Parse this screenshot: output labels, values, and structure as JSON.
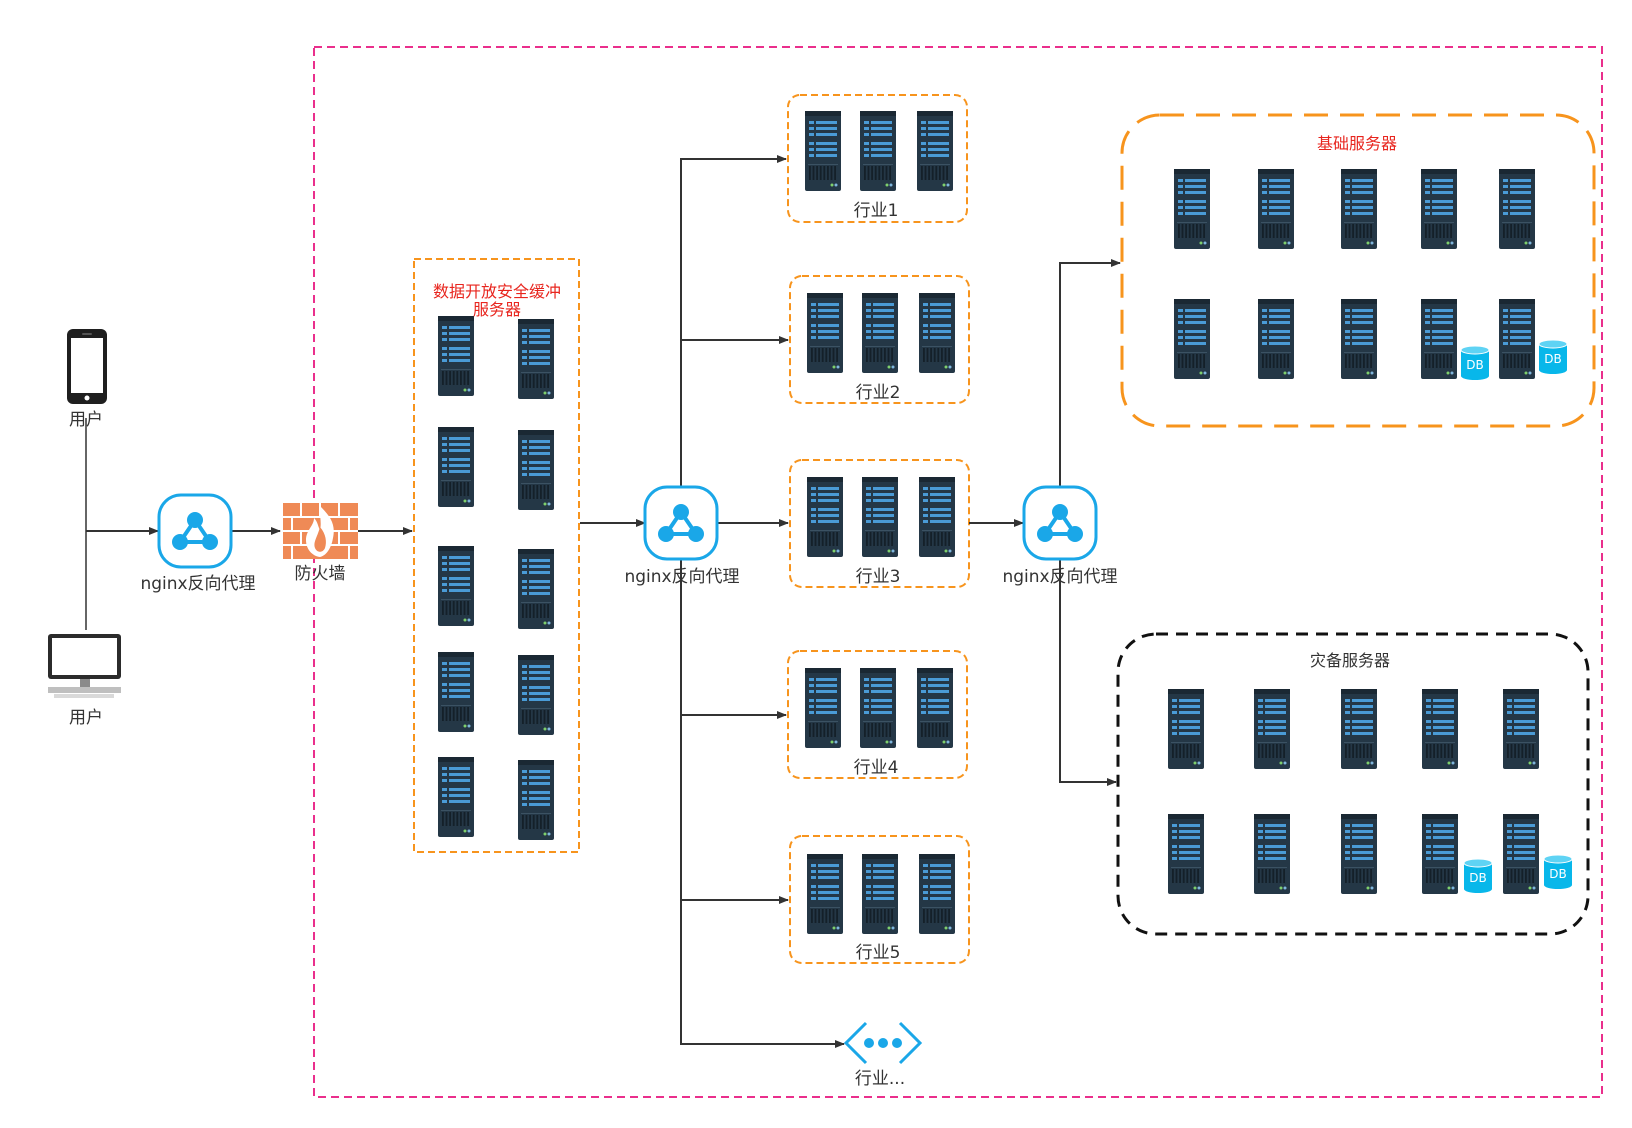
{
  "colors": {
    "outer_border": "#ea2f8c",
    "orange": "#f7941d",
    "black": "#111111",
    "red_title": "#e8251e",
    "proxy_blue": "#1aa7e8",
    "db_blue": "#08b7ea",
    "firewall": "#ef8a56",
    "server_dark": "#243746",
    "server_blue": "#4a9bd6",
    "line": "#333333"
  },
  "users": [
    {
      "icon": "phone-icon",
      "label": "用户"
    },
    {
      "icon": "monitor-icon",
      "label": "用户"
    }
  ],
  "proxy1": {
    "icon": "network-share-icon",
    "label": "nginx反向代理"
  },
  "firewall": {
    "icon": "firewall-icon",
    "label": "防火墙"
  },
  "buffer": {
    "title": "数据开放安全缓冲服务器"
  },
  "proxy2": {
    "icon": "network-share-icon",
    "label": "nginx反向代理"
  },
  "industries": [
    {
      "label": "行业1"
    },
    {
      "label": "行业2"
    },
    {
      "label": "行业3"
    },
    {
      "label": "行业4"
    },
    {
      "label": "行业5"
    }
  ],
  "industry_more": {
    "icon": "more-dots-icon",
    "label": "行业..."
  },
  "proxy3": {
    "icon": "network-share-icon",
    "label": "nginx反向代理"
  },
  "base_servers": {
    "title": "基础服务器"
  },
  "backup_servers": {
    "title": "灾备服务器"
  },
  "db_label": "DB"
}
